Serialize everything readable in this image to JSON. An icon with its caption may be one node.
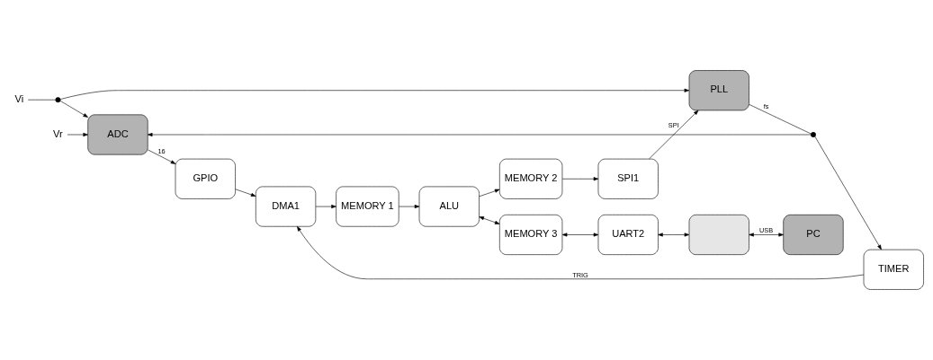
{
  "diagram": {
    "nodes": [
      {
        "text": [
          "Vr"
        ]
      },
      {
        "text": [
          "Vi"
        ]
      },
      {
        "text": [],
        "shape": "circle"
      },
      {
        "text": [
          "ADC"
        ]
      },
      {
        "text": [
          "GPIO"
        ]
      },
      {
        "text": [
          "DMA1"
        ]
      },
      {
        "text": [
          "MEMORY 1"
        ]
      },
      {
        "text": [
          "PC"
        ]
      },
      {
        "text": [
          "PLL"
        ]
      },
      {
        "text": [],
        "shape": "circle"
      },
      {
        "text": [
          "TIMER"
        ]
      },
      {
        "text": [
          "ALU"
        ]
      },
      {
        "text": [],
        "shape": "box"
      },
      {
        "text": [
          "SPI1"
        ]
      },
      {
        "text": [
          "MEMORY 2"
        ]
      },
      {
        "text": [
          "MEMORY 3"
        ]
      },
      {
        "text": [
          "UART2"
        ]
      }
    ],
    "edges": [
      {
        "from": 0,
        "to": 3,
        "arrow": "to"
      },
      {
        "from": 1,
        "to": 2,
        "arrow": "none"
      },
      {
        "from": 2,
        "to": 3,
        "arrow": "to"
      },
      {
        "from": 2,
        "to": 8,
        "arrow": "to"
      },
      {
        "from": 3,
        "to": 4,
        "arrow": "to",
        "label": "16"
      },
      {
        "from": 4,
        "to": 5,
        "arrow": "to"
      },
      {
        "from": 5,
        "to": 6,
        "arrow": "to"
      },
      {
        "from": 8,
        "to": 9,
        "arrow": "none",
        "label": "fs"
      },
      {
        "from": 9,
        "to": 3,
        "arrow": "to"
      },
      {
        "from": 9,
        "to": 10,
        "arrow": "to"
      },
      {
        "from": 10,
        "to": 5,
        "arrow": "to",
        "label": "TRIG"
      },
      {
        "from": 6,
        "to": 11,
        "arrow": "to"
      },
      {
        "from": 11,
        "to": 14,
        "arrow": "to"
      },
      {
        "from": 14,
        "to": 13,
        "arrow": "to"
      },
      {
        "from": 13,
        "to": 8,
        "arrow": "to",
        "label": "SPI"
      },
      {
        "from": 11,
        "to": 15,
        "arrow": "both"
      },
      {
        "from": 15,
        "to": 16,
        "arrow": "both"
      },
      {
        "from": 16,
        "to": 12,
        "arrow": "both"
      },
      {
        "from": 12,
        "to": 7,
        "arrow": "both",
        "label": "USB"
      }
    ]
  }
}
